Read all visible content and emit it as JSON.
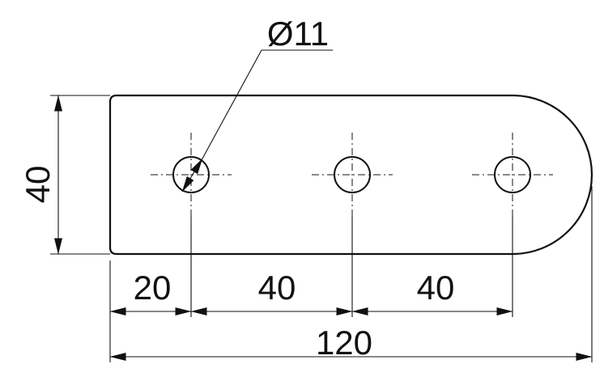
{
  "drawing": {
    "diameter_label": "Ø11",
    "height_label": "40",
    "offset_first_hole_label": "20",
    "pitch_1_label": "40",
    "pitch_2_label": "40",
    "overall_length_label": "120"
  }
}
